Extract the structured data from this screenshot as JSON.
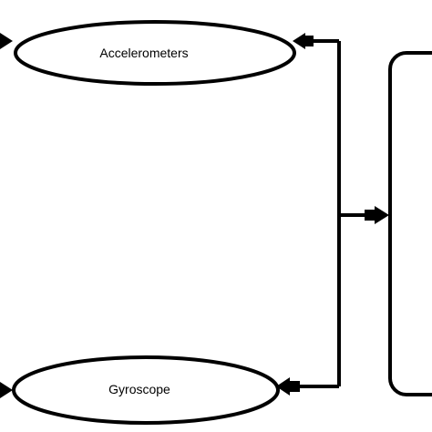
{
  "diagram": {
    "nodes": [
      {
        "id": "accelerometers",
        "label": "Accelerometers",
        "shape": "ellipse"
      },
      {
        "id": "gyroscope",
        "label": "Gyroscope",
        "shape": "ellipse"
      },
      {
        "id": "right-block",
        "label": "",
        "shape": "rounded-rectangle"
      }
    ],
    "edges": [
      {
        "from": "bus",
        "to": "accelerometers",
        "style": "arrow"
      },
      {
        "from": "bus",
        "to": "gyroscope",
        "style": "arrow"
      },
      {
        "from": "bus",
        "to": "right-block",
        "style": "arrow"
      }
    ],
    "colors": {
      "stroke": "#000000",
      "background": "#ffffff"
    }
  }
}
